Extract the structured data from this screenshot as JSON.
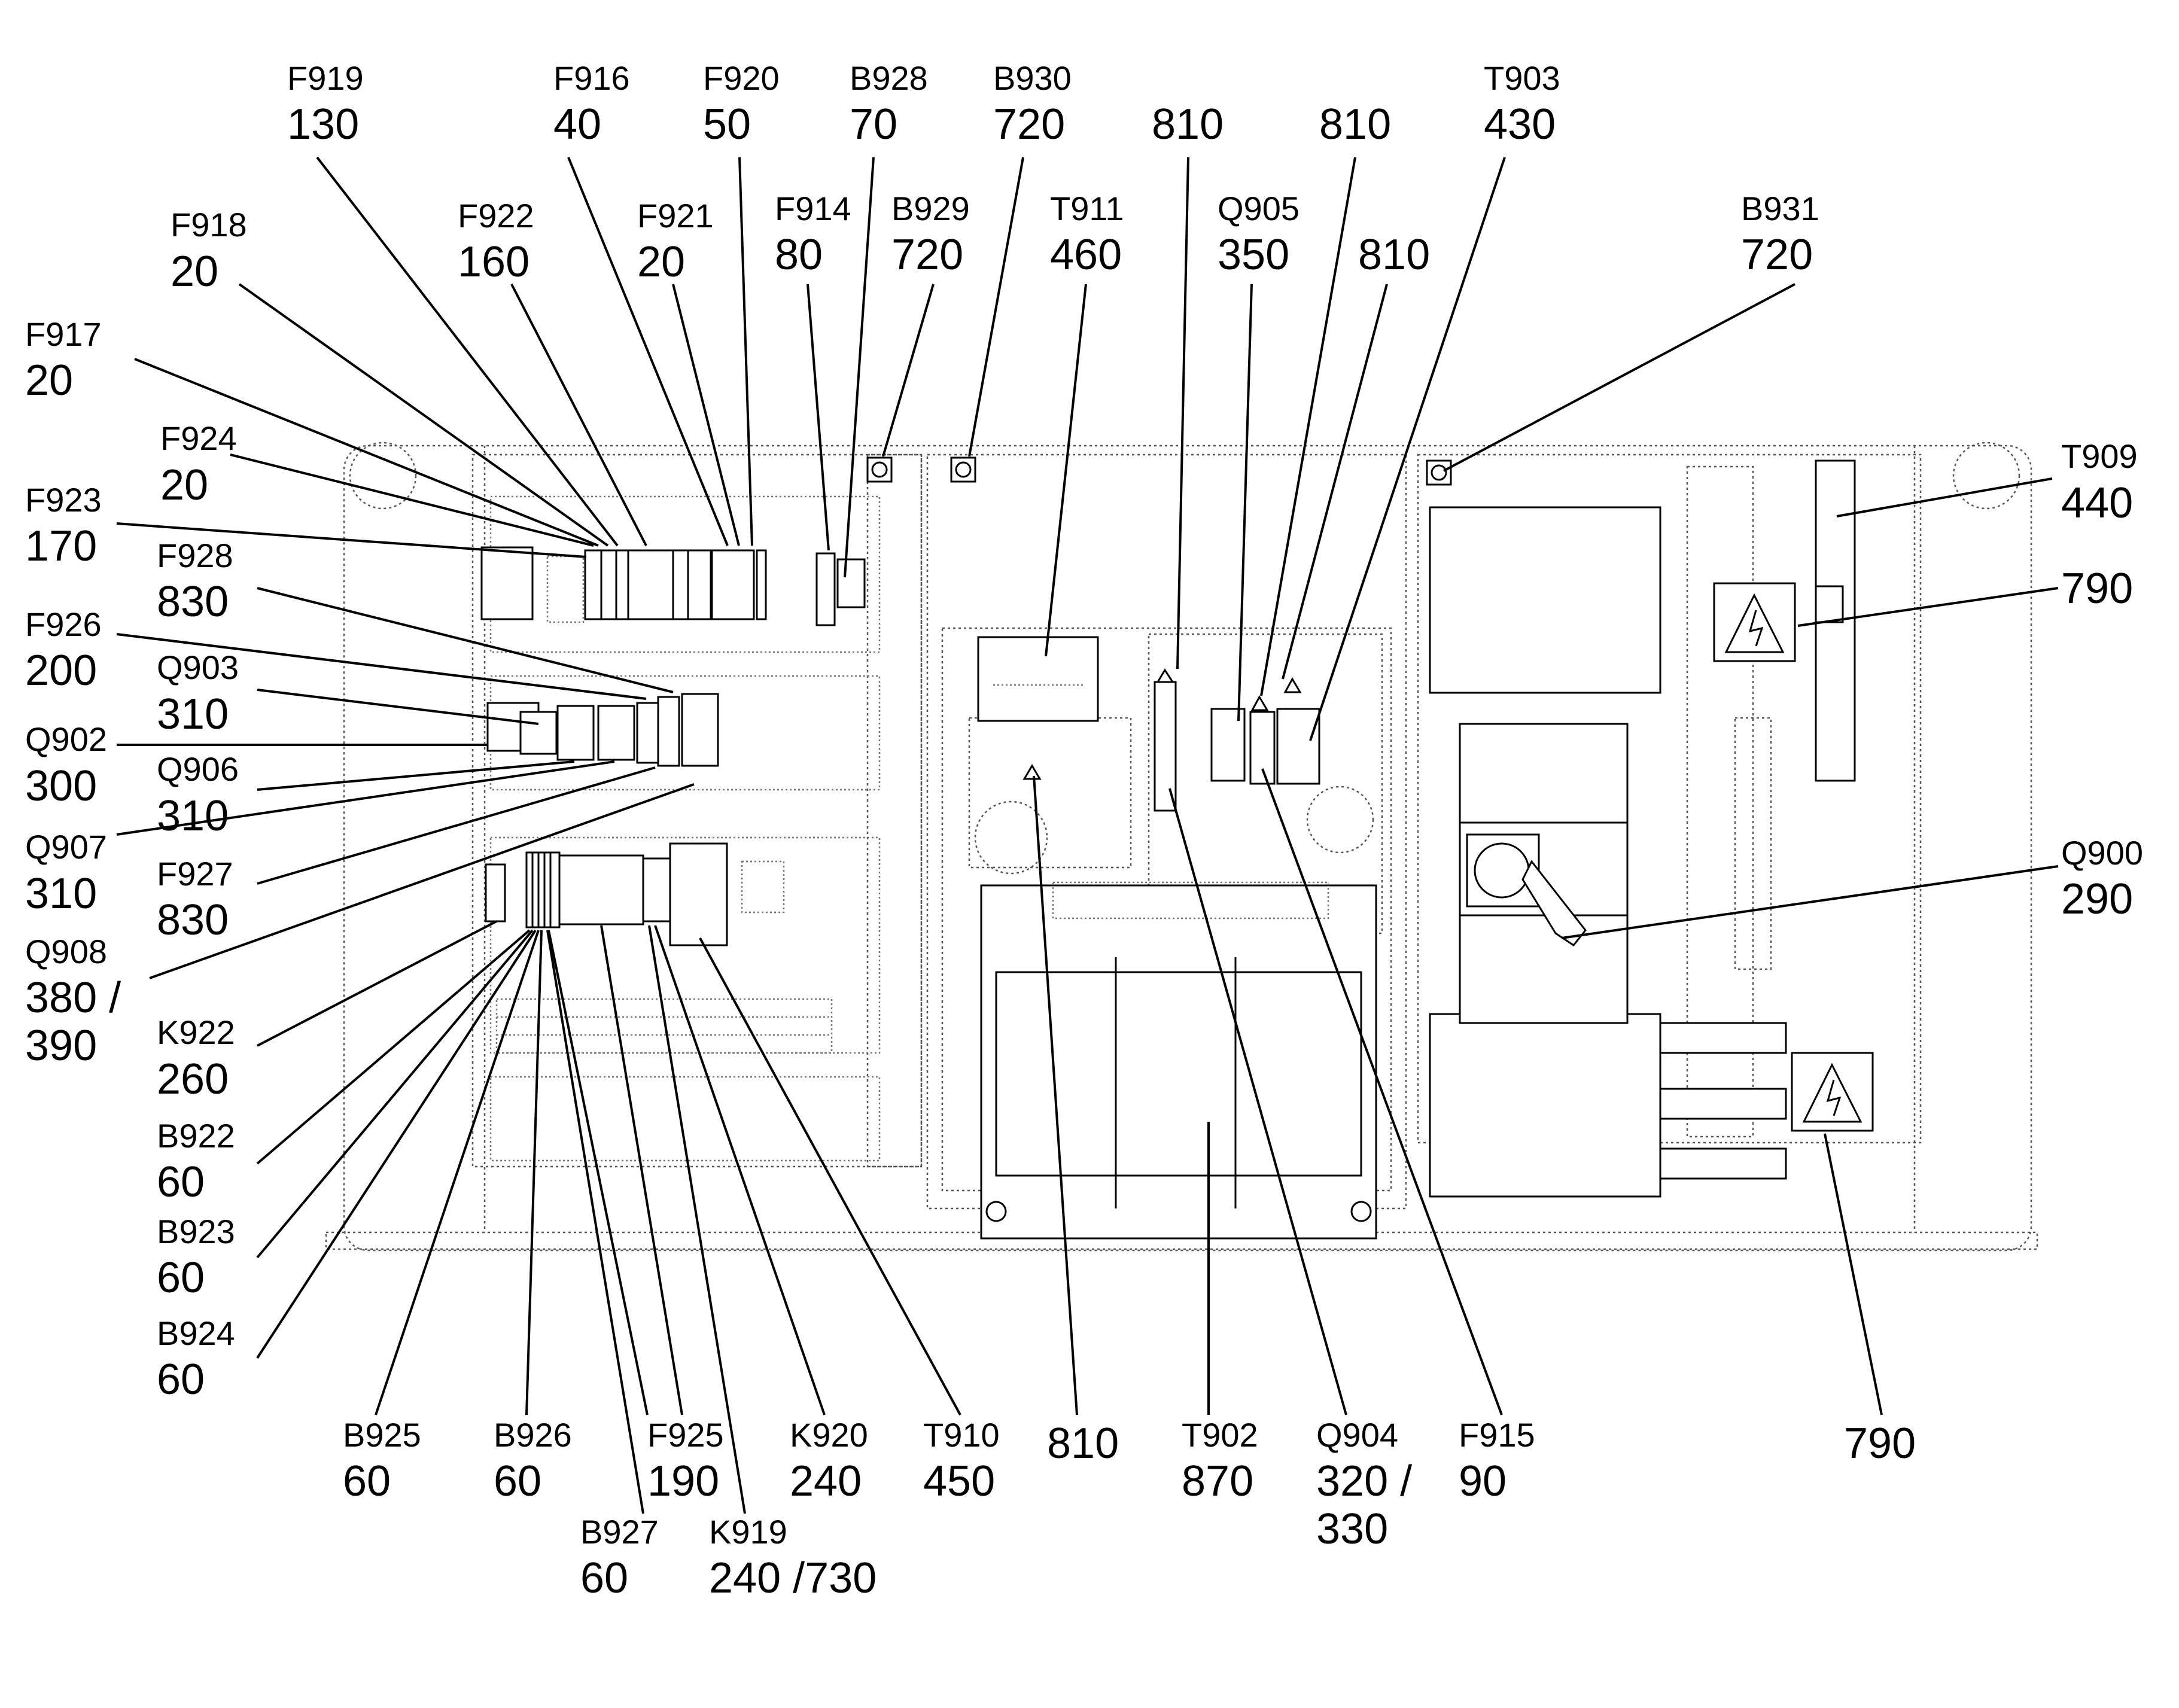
{
  "labels": [
    {
      "id": "F919",
      "code": "F919",
      "value": "130"
    },
    {
      "id": "F916",
      "code": "F916",
      "value": "40"
    },
    {
      "id": "F920",
      "code": "F920",
      "value": "50"
    },
    {
      "id": "B928",
      "code": "B928",
      "value": "70"
    },
    {
      "id": "B930",
      "code": "B930",
      "value": "720"
    },
    {
      "id": "R810a",
      "code": "",
      "value": "810"
    },
    {
      "id": "R810b",
      "code": "",
      "value": "810"
    },
    {
      "id": "T903",
      "code": "T903",
      "value": "430"
    },
    {
      "id": "F918",
      "code": "F918",
      "value": "20"
    },
    {
      "id": "F922",
      "code": "F922",
      "value": "160"
    },
    {
      "id": "F921",
      "code": "F921",
      "value": "20"
    },
    {
      "id": "F914",
      "code": "F914",
      "value": "80"
    },
    {
      "id": "B929",
      "code": "B929",
      "value": "720"
    },
    {
      "id": "T911",
      "code": "T911",
      "value": "460"
    },
    {
      "id": "Q905",
      "code": "Q905",
      "value": "350"
    },
    {
      "id": "R810c",
      "code": "",
      "value": "810"
    },
    {
      "id": "B931",
      "code": "B931",
      "value": "720"
    },
    {
      "id": "F917",
      "code": "F917",
      "value": "20"
    },
    {
      "id": "F924",
      "code": "F924",
      "value": "20"
    },
    {
      "id": "T909",
      "code": "T909",
      "value": "440"
    },
    {
      "id": "F923",
      "code": "F923",
      "value": "170"
    },
    {
      "id": "R790a",
      "code": "",
      "value": "790"
    },
    {
      "id": "F928",
      "code": "F928",
      "value": "830"
    },
    {
      "id": "F926",
      "code": "F926",
      "value": "200"
    },
    {
      "id": "Q903",
      "code": "Q903",
      "value": "310"
    },
    {
      "id": "Q902",
      "code": "Q902",
      "value": "300"
    },
    {
      "id": "Q906",
      "code": "Q906",
      "value": "310"
    },
    {
      "id": "Q907",
      "code": "Q907",
      "value": "310"
    },
    {
      "id": "Q900",
      "code": "Q900",
      "value": "290"
    },
    {
      "id": "F927",
      "code": "F927",
      "value": "830"
    },
    {
      "id": "Q908",
      "code": "Q908",
      "value": "380 /",
      "value2": "390"
    },
    {
      "id": "K922",
      "code": "K922",
      "value": "260"
    },
    {
      "id": "B922",
      "code": "B922",
      "value": "60"
    },
    {
      "id": "B923",
      "code": "B923",
      "value": "60"
    },
    {
      "id": "B924",
      "code": "B924",
      "value": "60"
    },
    {
      "id": "B925",
      "code": "B925",
      "value": "60"
    },
    {
      "id": "B926",
      "code": "B926",
      "value": "60"
    },
    {
      "id": "F925",
      "code": "F925",
      "value": "190"
    },
    {
      "id": "K920",
      "code": "K920",
      "value": "240"
    },
    {
      "id": "T910",
      "code": "T910",
      "value": "450"
    },
    {
      "id": "R810d",
      "code": "",
      "value": "810"
    },
    {
      "id": "T902",
      "code": "T902",
      "value": "870"
    },
    {
      "id": "Q904",
      "code": "Q904",
      "value": "320 /",
      "value2": "330"
    },
    {
      "id": "F915",
      "code": "F915",
      "value": "90"
    },
    {
      "id": "R790b",
      "code": "",
      "value": "790"
    },
    {
      "id": "B927",
      "code": "B927",
      "value": "60"
    },
    {
      "id": "K919",
      "code": "K919",
      "value": "240 /730"
    }
  ]
}
